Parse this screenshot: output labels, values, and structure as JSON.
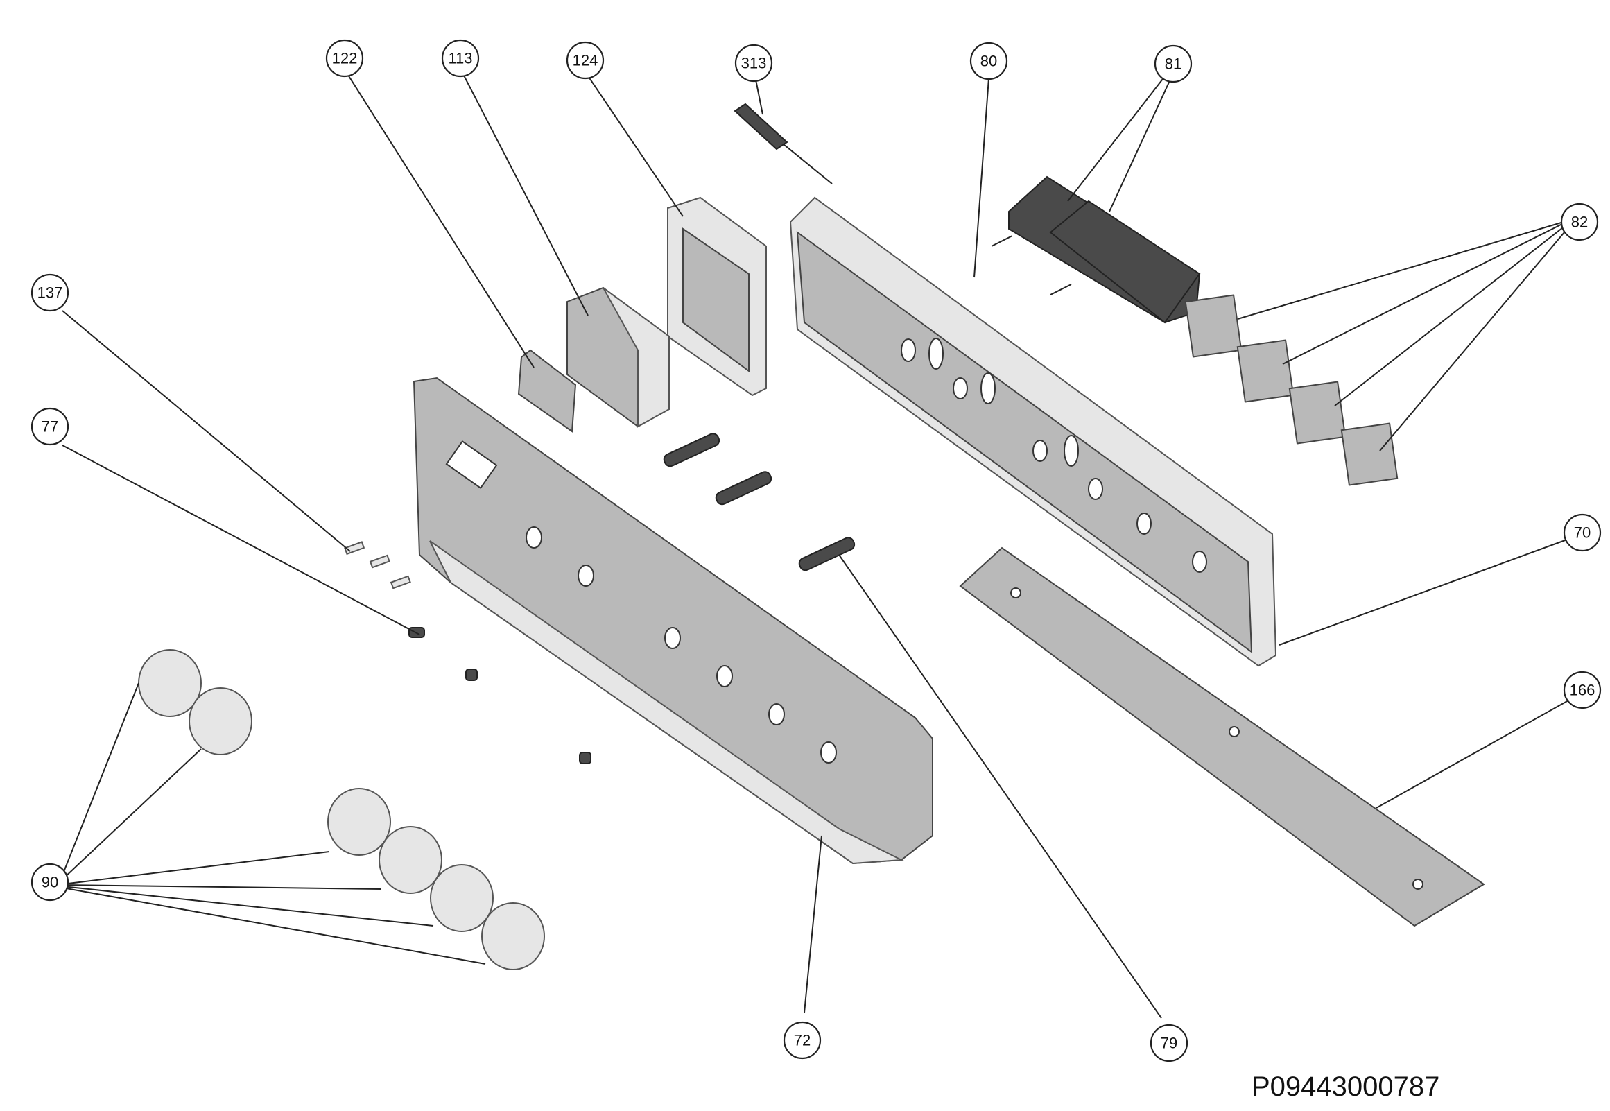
{
  "diagram": {
    "drawing_number": "P09443000787",
    "callouts": [
      {
        "id": "122",
        "label": "122"
      },
      {
        "id": "113",
        "label": "113"
      },
      {
        "id": "124",
        "label": "124"
      },
      {
        "id": "313",
        "label": "313"
      },
      {
        "id": "80",
        "label": "80"
      },
      {
        "id": "81",
        "label": "81"
      },
      {
        "id": "82",
        "label": "82"
      },
      {
        "id": "137",
        "label": "137"
      },
      {
        "id": "77",
        "label": "77"
      },
      {
        "id": "70",
        "label": "70"
      },
      {
        "id": "166",
        "label": "166"
      },
      {
        "id": "90",
        "label": "90"
      },
      {
        "id": "72",
        "label": "72"
      },
      {
        "id": "79",
        "label": "79"
      }
    ]
  }
}
